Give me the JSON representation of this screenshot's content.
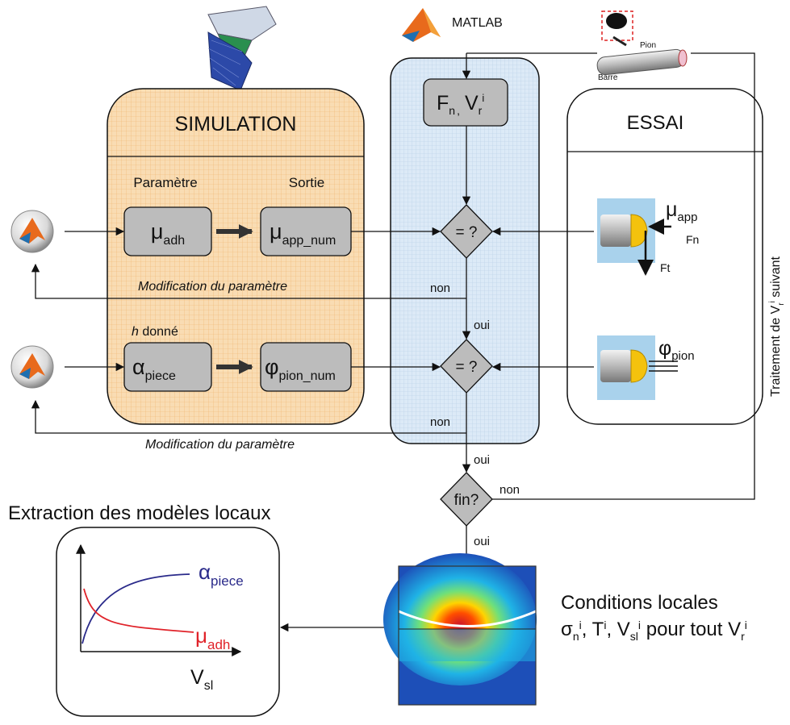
{
  "logos": {
    "matlab": "MATLAB"
  },
  "test_rig": {
    "pion": "Pion",
    "barre": "Barre"
  },
  "simulation": {
    "title": "SIMULATION",
    "col_param": "Paramètre",
    "col_output": "Sortie",
    "param1": {
      "sym": "μ",
      "sub": "adh"
    },
    "output1": {
      "sym": "μ",
      "sub": "app_num"
    },
    "mod1": "Modification du paramètre",
    "h_given": {
      "h": "h",
      "rest": " donné"
    },
    "param2": {
      "sym": "α",
      "sub": "piece"
    },
    "output2": {
      "sym": "φ",
      "sub": "pion_num"
    },
    "mod2": "Modification du paramètre"
  },
  "matlab_panel": {
    "input": {
      "F": "F",
      "n": "n",
      "comma": ",",
      "V": "V",
      "r": "r",
      "i": "i"
    },
    "decision1": "= ?",
    "decision2": "= ?",
    "non": "non",
    "oui": "oui"
  },
  "essai": {
    "title": "ESSAI",
    "mu_app": {
      "sym": "μ",
      "sub": "app"
    },
    "fn": "Fn",
    "ft": "Ft",
    "phi_pion": {
      "sym": "φ",
      "sub": "pion"
    }
  },
  "end_decision": {
    "label": "fin?",
    "non": "non",
    "oui": "oui"
  },
  "right_label": {
    "a": "Traitement de V",
    "r": "r",
    "i": "i",
    "b": " suivant"
  },
  "extraction_title": "Extraction des modèles locaux",
  "mini_chart": {
    "alpha": {
      "sym": "α",
      "sub": "piece"
    },
    "mu": {
      "sym": "μ",
      "sub": "adh"
    },
    "x": {
      "sym": "V",
      "sub": "sl"
    }
  },
  "local_conditions": {
    "title": "Conditions locales",
    "line": {
      "sigma": "σ",
      "n": "n",
      "i1": "i",
      "c1": ", ",
      "T": "T",
      "i2": "i",
      "c2": ", ",
      "V": "V",
      "sl": "sl",
      "i3": "i",
      "mid": " pour tout V",
      "r": "r",
      "i4": "i"
    }
  },
  "colors": {
    "simulation_fill": "#f9dcb3",
    "matlab_fill": "#dbe9f6",
    "box_fill": "#bcbcbc",
    "alpha_curve": "#2a2a8a",
    "mu_curve": "#e0232a"
  }
}
